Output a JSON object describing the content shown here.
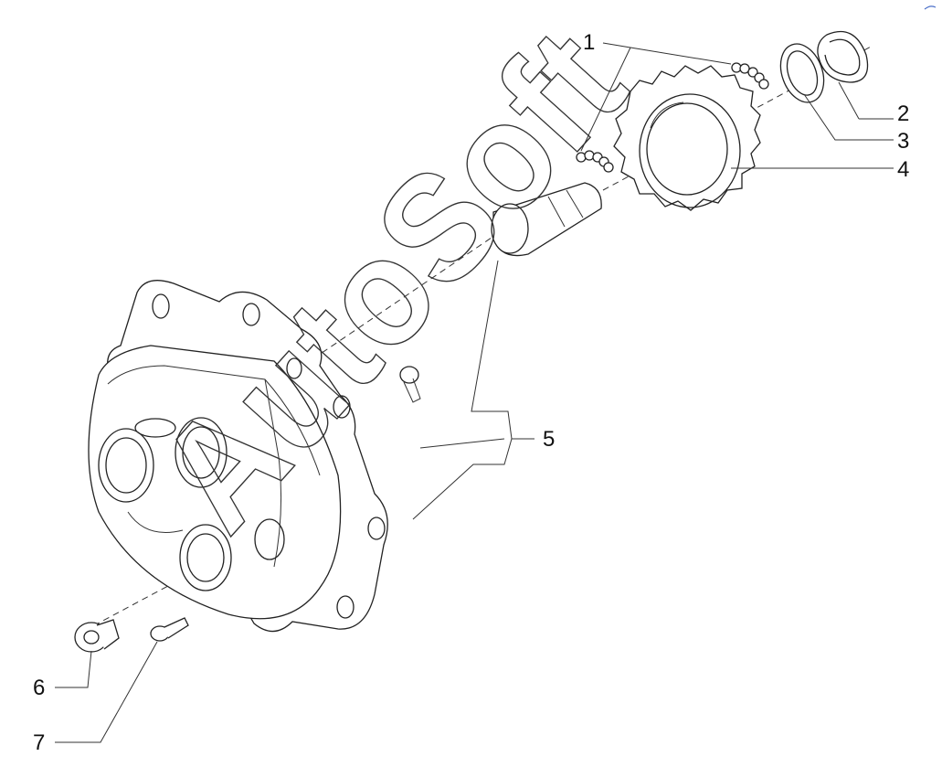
{
  "diagram": {
    "callouts": [
      {
        "id": "c1",
        "label": "1"
      },
      {
        "id": "c2",
        "label": "2"
      },
      {
        "id": "c3",
        "label": "3"
      },
      {
        "id": "c4",
        "label": "4"
      },
      {
        "id": "c5",
        "label": "5"
      },
      {
        "id": "c6",
        "label": "6"
      },
      {
        "id": "c7",
        "label": "7"
      }
    ],
    "watermark": "AutoSoft"
  }
}
